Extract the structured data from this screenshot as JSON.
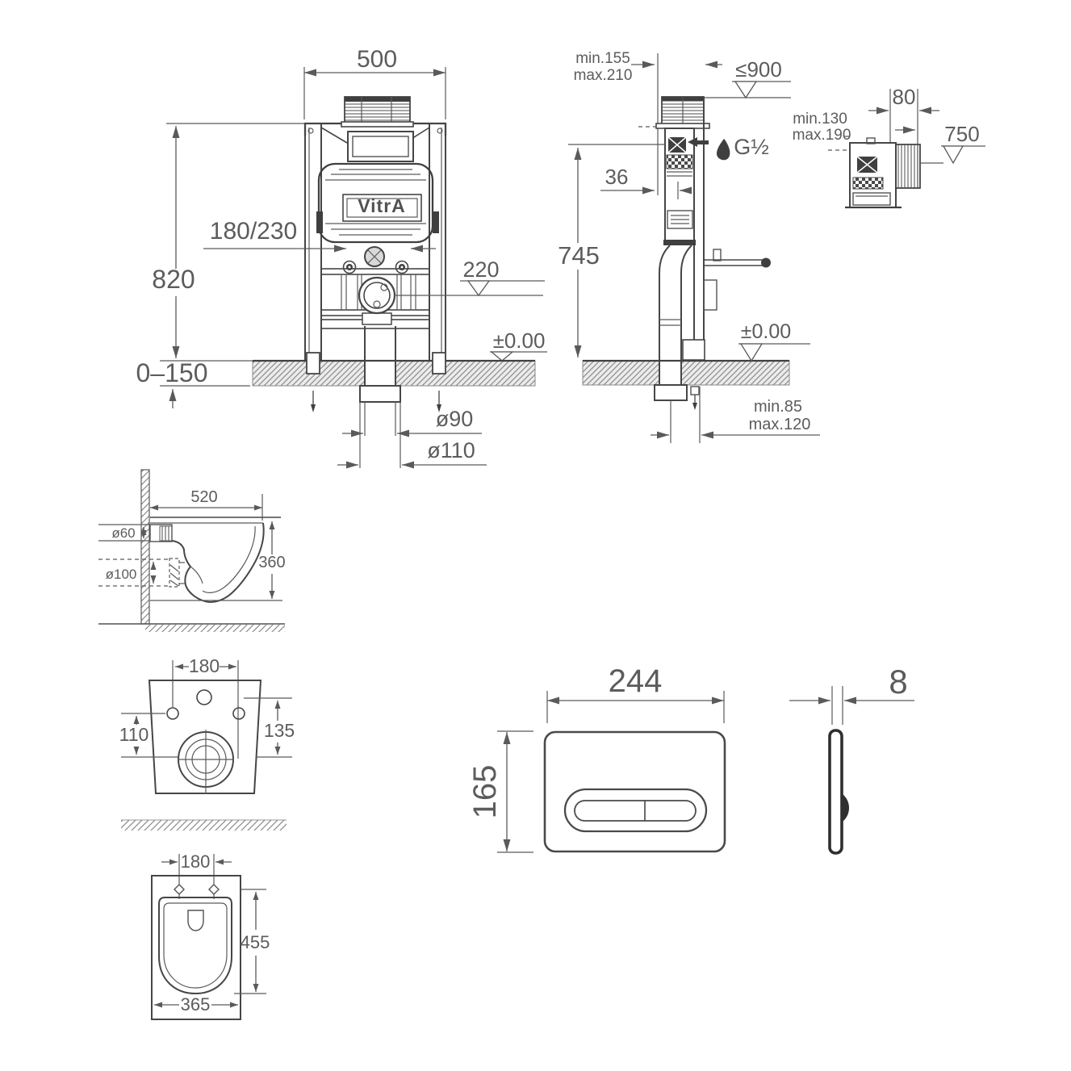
{
  "drawing": {
    "brand": "VitrA",
    "frame_front": {
      "width": "500",
      "bolt_spacing": "180/230",
      "height": "820",
      "outlet_level": "220",
      "floor_level": "±0.00",
      "floor_range": "0–150",
      "drain_d90": "ø90",
      "drain_d110": "ø110"
    },
    "frame_side": {
      "depth_min": "min.155",
      "depth_max": "max.210",
      "plate_height_max": "≤900",
      "water_connection": "G½",
      "inlet_offset": "36",
      "inlet_height": "745",
      "floor_level": "±0.00",
      "outlet_depth_min": "min.85",
      "outlet_depth_max": "max.120"
    },
    "frame_plan": {
      "duct_depth": "80",
      "range_min": "min.130",
      "range_max": "max.190",
      "level": "750"
    },
    "pan_side": {
      "depth": "520",
      "inlet_d": "ø60",
      "outlet_d": "ø100",
      "height": "360"
    },
    "pan_back": {
      "bolt_spacing": "180",
      "drain_offset_side": "110",
      "drain_offset_top": "135"
    },
    "pan_plan": {
      "hinge_spacing": "180",
      "length": "455",
      "width": "365"
    },
    "plate_front": {
      "width": "244",
      "height": "165"
    },
    "plate_side": {
      "thickness": "8"
    }
  }
}
